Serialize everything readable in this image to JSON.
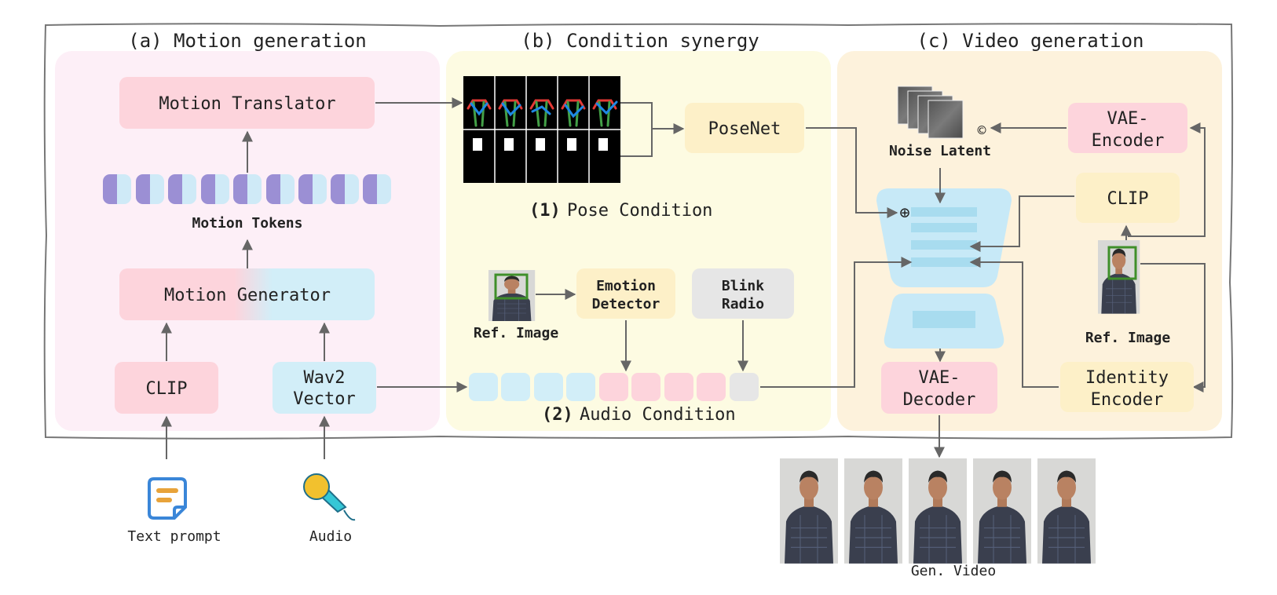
{
  "sections": {
    "motion": "(a) Motion generation",
    "synergy": "(b) Condition synergy",
    "video": "(c) Video generation"
  },
  "motion": {
    "translator": "Motion Translator",
    "tokens": "Motion Tokens",
    "generator": "Motion Generator",
    "clip": "CLIP",
    "wav2_line1": "Wav2",
    "wav2_line2": "Vector",
    "text_prompt": "Text prompt",
    "audio": "Audio"
  },
  "synergy": {
    "posenet": "PoseNet",
    "pose_num": "(1)",
    "pose_label": "Pose Condition",
    "ref_image": "Ref. Image",
    "emotion_line1": "Emotion",
    "emotion_line2": "Detector",
    "blink_line1": "Blink",
    "blink_line2": "Radio",
    "audio_num": "(2)",
    "audio_label": "Audio Condition"
  },
  "video": {
    "noise_latent": "Noise Latent",
    "concat_symbol": "©",
    "vae_enc_line1": "VAE-",
    "vae_enc_line2": "Encoder",
    "clip": "CLIP",
    "plus_symbol": "⊕",
    "ref_image": "Ref. Image",
    "identity_line1": "Identity",
    "identity_line2": "Encoder",
    "vae_dec_line1": "VAE-",
    "vae_dec_line2": "Decoder",
    "gen_video": "Gen. Video"
  },
  "colors": {
    "pink": "#fdd4dc",
    "light_blue": "#d2eef8",
    "cream": "#fdf0c8",
    "gray": "#e6e6e6",
    "arrow": "#666666",
    "purple_token": "#9b8fd4"
  }
}
